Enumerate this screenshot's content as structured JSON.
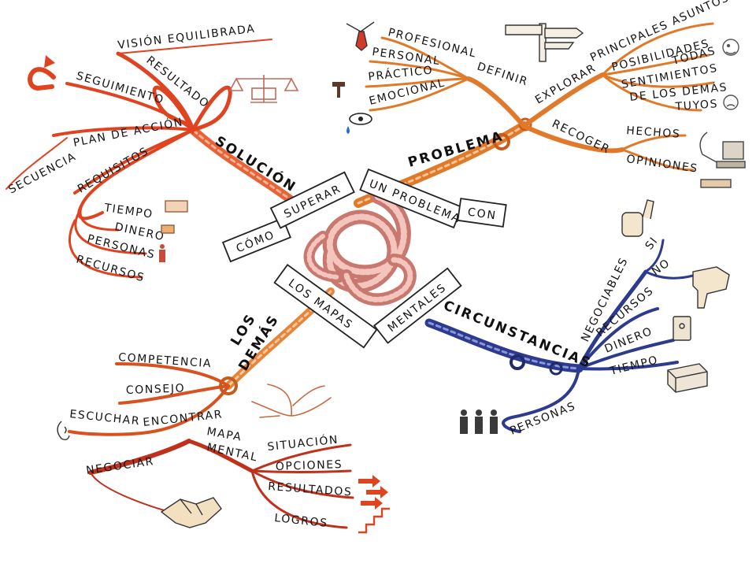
{
  "center": {
    "como": "CÓMO",
    "superar": "SUPERAR",
    "un_problema": "UN PROBLEMA",
    "con": "CON",
    "los_mapas": "LOS MAPAS",
    "mentales": "MENTALES"
  },
  "solucion": {
    "title": "SOLUCIÓN",
    "vision": "VISIÓN EQUILIBRADA",
    "resultado": "RESULTADO",
    "seguimiento": "SEGUIMIENTO",
    "plan": "PLAN DE ACCIÓN",
    "secuencia": "SECUENCIA",
    "requisitos": "REQUISITOS",
    "tiempo": "TIEMPO",
    "dinero": "DINERO",
    "personas": "PERSONAS",
    "recursos": "RECURSOS"
  },
  "problema": {
    "title": "PROBLEMA",
    "definir": "DEFINIR",
    "profesional": "PROFESIONAL",
    "personal": "PERSONAL",
    "practico": "PRÁCTICO",
    "emocional": "EMOCIONAL",
    "explorar": "EXPLORAR",
    "principales": "PRINCIPALES ASUNTOS",
    "posibilidades": "POSIBILIDADES",
    "todas": "TODAS",
    "sentimientos": "SENTIMIENTOS",
    "de_los_demas": "DE LOS DEMÁS",
    "tuyos": "TUYOS",
    "recoger": "RECOGER",
    "hechos": "HECHOS",
    "opiniones": "OPINIONES"
  },
  "circunstancias": {
    "title": "CIRCUNSTANCIAS",
    "negociables": "NEGOCIABLES",
    "si": "SI",
    "no": "NO",
    "recursos": "RECURSOS",
    "dinero": "DINERO",
    "tiempo": "TIEMPO",
    "personas": "PERSONAS"
  },
  "demas": {
    "title_1": "LOS",
    "title_2": "DEMÁS",
    "competencia": "COMPETENCIA",
    "consejo": "CONSEJO",
    "escuchar": "ESCUCHAR",
    "encontrar": "ENCONTRAR",
    "negociar": "NEGOCIAR",
    "mapa": "MAPA",
    "mental": "MENTAL",
    "situacion": "SITUACIÓN",
    "opciones": "OPCIONES",
    "resultados": "RESULTADOS",
    "logros": "LOGROS"
  },
  "colors": {
    "red": "#e0431f",
    "orange": "#e07a2a",
    "blue": "#2c3a8f",
    "rope": "#d9908a",
    "ink": "#141414"
  }
}
